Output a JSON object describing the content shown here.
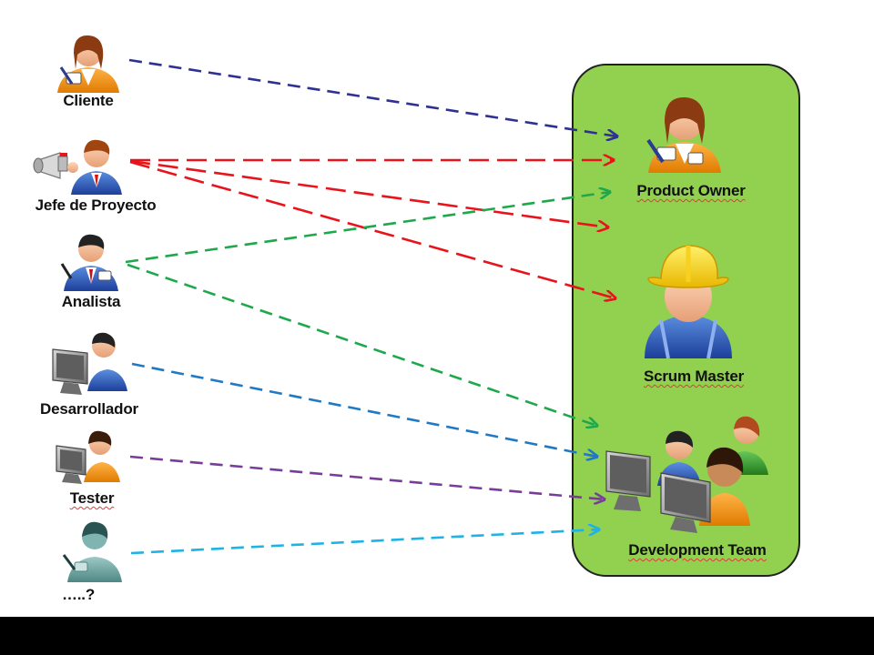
{
  "colors": {
    "cliente": "#2e3192",
    "jefe": "#e8131b",
    "analista": "#1ea84b",
    "desarrollador": "#1f79c4",
    "tester": "#7a3c9c",
    "otros": "#1fb2e6",
    "panel": "#92d050"
  },
  "stakeholders": [
    {
      "id": "cliente",
      "label": "Cliente",
      "icon": "client-person-icon"
    },
    {
      "id": "jefe",
      "label": "Jefe de Proyecto",
      "icon": "megaphone-manager-icon"
    },
    {
      "id": "analista",
      "label": "Analista",
      "icon": "analyst-person-icon"
    },
    {
      "id": "desarrollador",
      "label": "Desarrollador",
      "icon": "developer-computer-icon"
    },
    {
      "id": "tester",
      "label": "Tester",
      "icon": "tester-computer-icon"
    },
    {
      "id": "otros",
      "label": "…..?",
      "icon": "unknown-person-icon"
    }
  ],
  "scrum_team": {
    "product_owner": {
      "label": "Product Owner",
      "icon": "product-owner-icon"
    },
    "scrum_master": {
      "label": "Scrum Master",
      "icon": "hardhat-worker-icon"
    },
    "development_team": {
      "label": "Development Team",
      "icon": "team-computers-icon"
    }
  },
  "connections": [
    {
      "from": "cliente",
      "to": "product_owner"
    },
    {
      "from": "jefe",
      "to": "product_owner"
    },
    {
      "from": "jefe",
      "to": "scrum_master"
    },
    {
      "from": "jefe",
      "to": "scrum_master"
    },
    {
      "from": "analista",
      "to": "product_owner"
    },
    {
      "from": "analista",
      "to": "development_team"
    },
    {
      "from": "desarrollador",
      "to": "development_team"
    },
    {
      "from": "tester",
      "to": "development_team"
    },
    {
      "from": "otros",
      "to": "development_team"
    }
  ]
}
